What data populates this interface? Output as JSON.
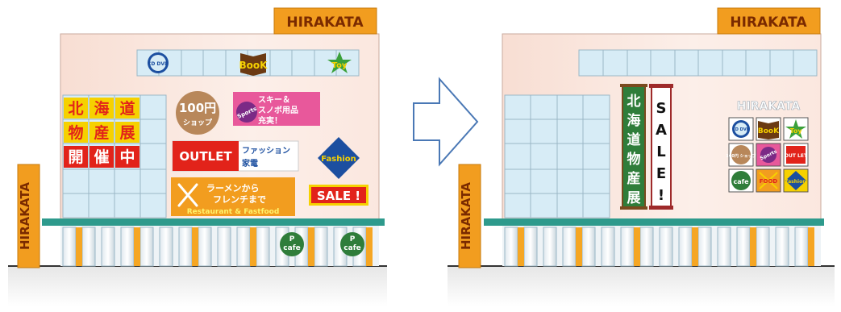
{
  "colors": {
    "facade": "#fbe7df",
    "window": "#d7ecf6",
    "window_line": "#9bb7c6",
    "awning": "#2e9a8c",
    "pillar_orange": "#f5a623",
    "sign_orange": "#f29d1f",
    "sign_red": "#e2231a",
    "green": "#2f7d3a",
    "pink": "#e8589b",
    "blue": "#1c4fa0",
    "gold": "#f6d100"
  },
  "before": {
    "roof_sign": "HIRAKATA",
    "pole_sign": "HIRAKATA",
    "top_signs": {
      "media": "CD DVD",
      "book": "BooK",
      "toy": "Toy"
    },
    "hokkaido_tiles": [
      "北",
      "海",
      "道",
      "物",
      "産",
      "展"
    ],
    "kaisai_tiles": [
      "開",
      "催",
      "中"
    ],
    "shop100": {
      "big": "100円",
      "small": "ショップ"
    },
    "sports": {
      "badge": "Sports",
      "text1": "スキー＆",
      "text2": "スノボ用品",
      "text3": "充実！"
    },
    "outlet": {
      "big": "OUTLET",
      "text1": "ファッション",
      "text2": "家電"
    },
    "fashion": "Fashion",
    "ramen": {
      "text1": "ラーメンから",
      "text2": "フレンチまで",
      "english": "Restaurant & Fastfood"
    },
    "sale": "SALE !",
    "cafe_signs": [
      "cafe",
      "cafe"
    ]
  },
  "after": {
    "roof_sign": "HIRAKATA",
    "pole_sign": "HIRAKATA",
    "banner_green": [
      "北",
      "海",
      "道",
      "物",
      "産",
      "展"
    ],
    "banner_white": [
      "S",
      "A",
      "L",
      "E",
      "!"
    ],
    "directory_title": "HIRAKATA",
    "directory": [
      {
        "label": "CD DVD"
      },
      {
        "label": "BooK"
      },
      {
        "label": "Toy"
      },
      {
        "label": "100円 ショップ"
      },
      {
        "label": "Sports"
      },
      {
        "label": "OUT LET"
      },
      {
        "label": "cafe"
      },
      {
        "label": "FOOD"
      },
      {
        "label": "fashion"
      }
    ]
  }
}
